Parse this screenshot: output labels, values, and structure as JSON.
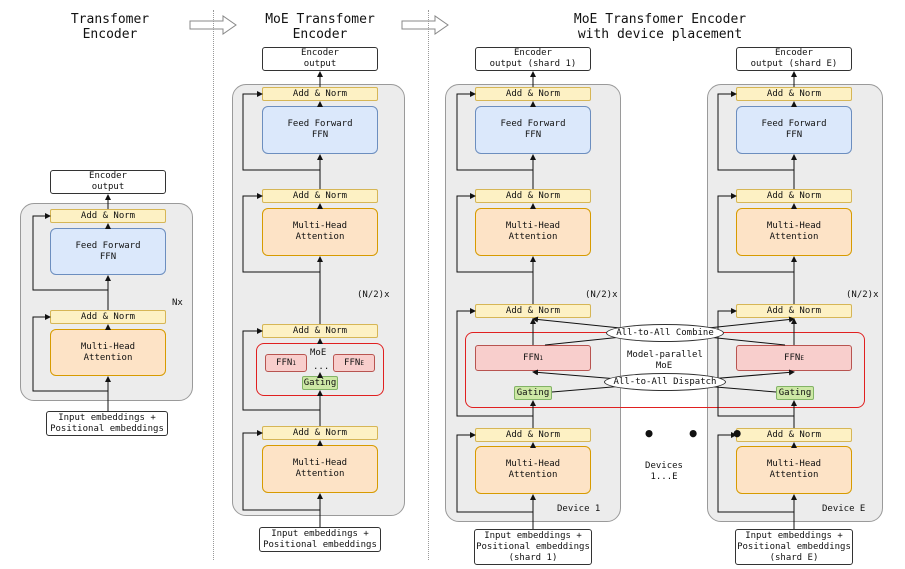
{
  "titles": {
    "transformer": "Transfomer\nEncoder",
    "moe": "MoE Transfomer\nEncoder",
    "moe_device": "MoE Transfomer Encoder\nwith device placement"
  },
  "common": {
    "add_norm": "Add & Norm",
    "feed_forward": "Feed Forward\nFFN",
    "multi_head": "Multi-Head\nAttention",
    "encoder_output": "Encoder\noutput",
    "input_embeddings": "Input embeddings +\nPositional embeddings",
    "gating": "Gating",
    "moe": "MoE",
    "ellipsis": "...",
    "ffn_1": "FFN",
    "ffn_e": "FFN",
    "sub_1": "1",
    "sub_e": "E"
  },
  "panel1": {
    "repeat": "Nx"
  },
  "panel2": {
    "repeat": "(N/2)x"
  },
  "device1": {
    "encoder_output": "Encoder\noutput (shard 1)",
    "input_embeddings": "Input embeddings +\nPositional embeddings\n(shard 1)",
    "label": "Device 1",
    "repeat": "(N/2)x"
  },
  "deviceE": {
    "encoder_output": "Encoder\noutput (shard E)",
    "input_embeddings": "Input embeddings +\nPositional embeddings\n(shard E)",
    "label": "Device E",
    "repeat": "(N/2)x"
  },
  "middle": {
    "all_to_all_combine": "All-to-All Combine",
    "all_to_all_dispatch": "All-to-All Dispatch",
    "model_parallel": "Model-parallel\nMoE",
    "dots": "• • •",
    "devices": "Devices\n1...E"
  },
  "colors": {
    "add_norm": "#fdf1c4",
    "ffn": "#dbe8fb",
    "attention": "#fde3c6",
    "expert": "#f8cecc",
    "gating": "#cde8a5",
    "moe_border": "#e02020",
    "panel": "#ececec"
  },
  "icons": {
    "transition": "hollow-right-arrow-icon"
  }
}
